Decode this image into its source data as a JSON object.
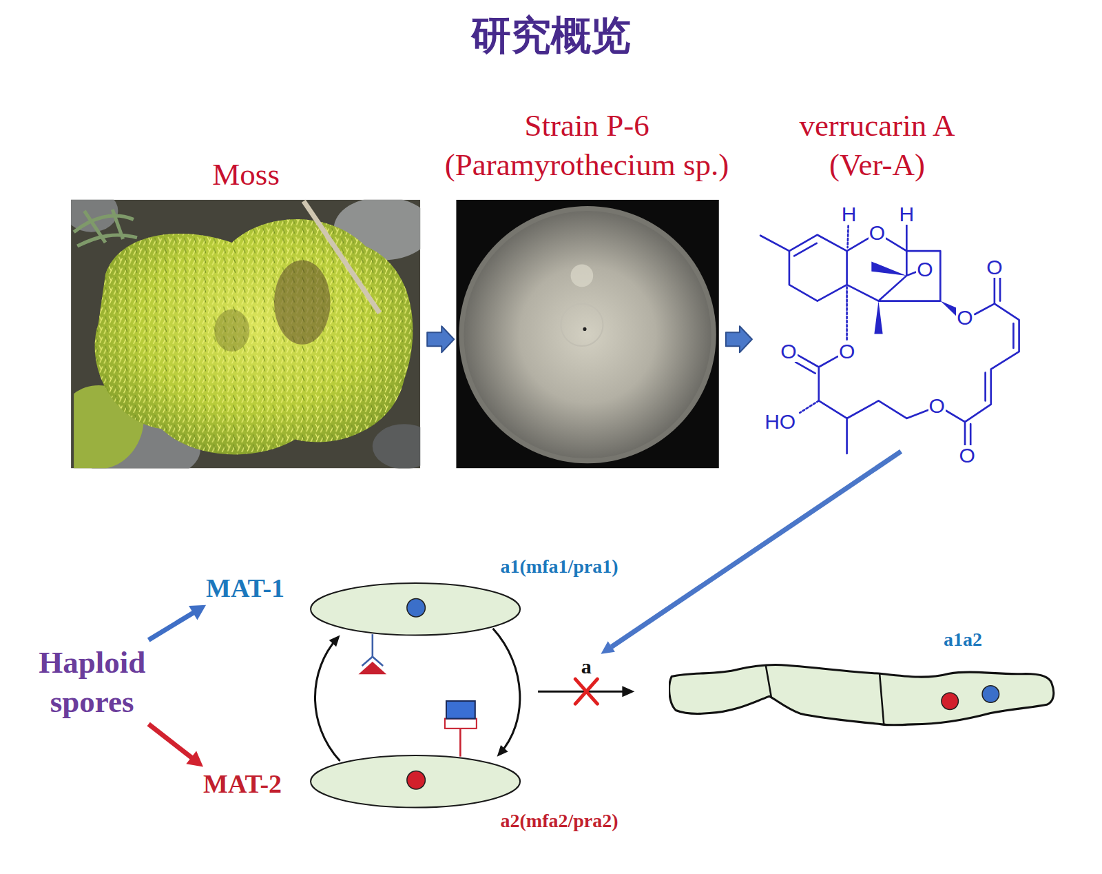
{
  "diagram": {
    "title": "研究概览",
    "nodes": [
      {
        "text": [
          "Moss"
        ]
      },
      {
        "text": [
          "Strain P-6 (Paramyrothecium sp.)"
        ]
      },
      {
        "text": [
          "verrucarin A (Ver-A)"
        ]
      },
      {
        "text": [
          "Haploid spores"
        ]
      },
      {
        "text": [
          "MAT-1"
        ]
      },
      {
        "text": [
          "MAT-2"
        ]
      },
      {
        "text": [
          "a1(mfa1/pra1)"
        ]
      },
      {
        "text": [
          "a2(mfa2/pra2)"
        ]
      },
      {
        "text": [
          "a1a2"
        ]
      }
    ],
    "edges": [
      {
        "from": 0,
        "to": 1,
        "arrow": "to"
      },
      {
        "from": 1,
        "to": 2,
        "arrow": "to"
      },
      {
        "from": 3,
        "to": 4,
        "arrow": "to"
      },
      {
        "from": 3,
        "to": 5,
        "arrow": "to"
      },
      {
        "from": 6,
        "to": 7,
        "arrow": "to"
      },
      {
        "from": 7,
        "to": 6,
        "arrow": "to"
      },
      {
        "from": 6,
        "to": 8,
        "label": "a",
        "arrow": "to"
      }
    ],
    "labels": [
      "H",
      "H",
      "O",
      "O",
      "O",
      "O",
      "O",
      "O",
      "HO",
      "O",
      "O"
    ]
  }
}
